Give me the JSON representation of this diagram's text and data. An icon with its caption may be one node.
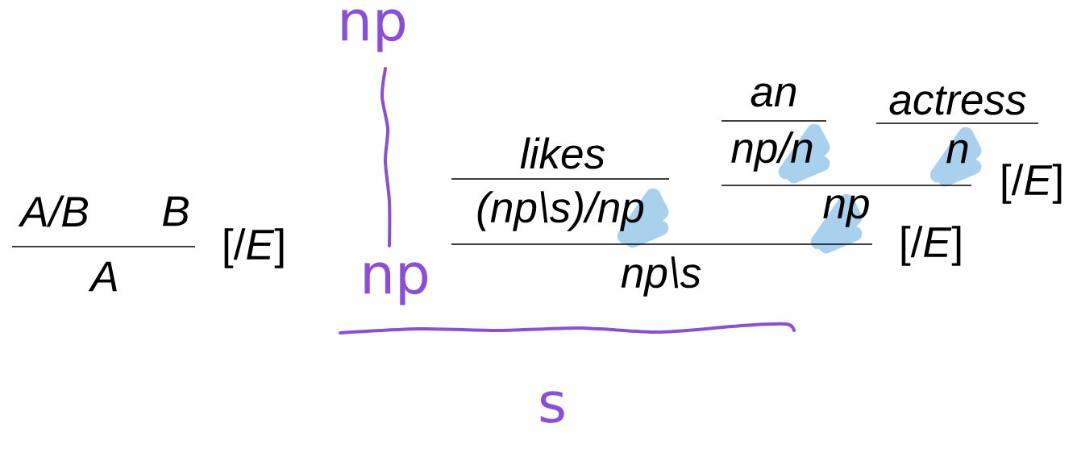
{
  "diagram": {
    "labels": [
      "A/B",
      "B",
      "A",
      "[/*E*]",
      "np",
      "np",
      "s",
      "likes",
      "(np\\s)/np",
      "an",
      "actress",
      "np/n",
      "n",
      "[/*E*]",
      "np",
      "[/*E*]",
      "np\\s"
    ]
  }
}
